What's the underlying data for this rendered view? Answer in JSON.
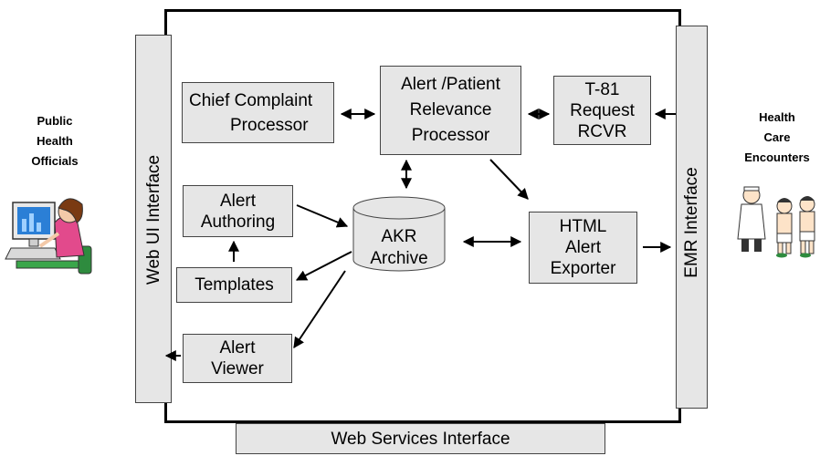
{
  "actors": {
    "left_lines": [
      "Public",
      "Health",
      "Officials"
    ],
    "right_lines": [
      "Health",
      "Care",
      "Encounters"
    ]
  },
  "interfaces": {
    "web_ui": "Web UI Interface",
    "emr": "EMR Interface",
    "web_services": "Web Services Interface"
  },
  "components": {
    "chief_complaint": [
      "Chief Complaint",
      "Processor"
    ],
    "alert_patient": [
      "Alert /Patient",
      "Relevance",
      "Processor"
    ],
    "t81": [
      "T-81",
      "Request",
      "RCVR"
    ],
    "alert_authoring": [
      "Alert",
      "Authoring"
    ],
    "akr": [
      "AKR",
      "Archive"
    ],
    "html_exporter": [
      "HTML",
      "Alert",
      "Exporter"
    ],
    "templates": [
      "Templates"
    ],
    "alert_viewer": [
      "Alert",
      "Viewer"
    ]
  },
  "colors": {
    "box_fill": "#e6e6e6",
    "border": "#000000"
  },
  "icons": {
    "left": "computer-user-icon",
    "right": "doctor-patients-icon"
  }
}
